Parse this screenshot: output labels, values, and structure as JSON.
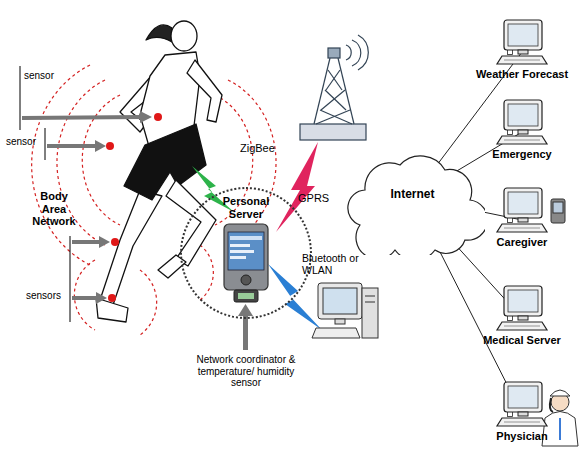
{
  "diagram": {
    "nodes": [
      {
        "text": [
          "Personal Server"
        ]
      },
      {
        "text": [
          "Internet"
        ]
      },
      {
        "text": [
          "Weather Forecast"
        ]
      },
      {
        "text": [
          "Emergency"
        ]
      },
      {
        "text": [
          "Caregiver"
        ]
      },
      {
        "text": [
          "Medical Server"
        ]
      },
      {
        "text": [
          "Physician"
        ]
      }
    ],
    "edges": [
      {
        "from": 1,
        "to": 2,
        "arrow": "none"
      },
      {
        "from": 1,
        "to": 3,
        "arrow": "none"
      },
      {
        "from": 1,
        "to": 4,
        "arrow": "none"
      },
      {
        "from": 1,
        "to": 5,
        "arrow": "none"
      },
      {
        "from": 1,
        "to": 6,
        "arrow": "none"
      }
    ],
    "labels": [
      "sensor",
      "sensor",
      "ZigBee",
      "Body Area Network",
      "sensors",
      "GPRS",
      "Bluetooth or WLAN",
      "Network coordinator & temperature/ humidity sensor"
    ]
  }
}
